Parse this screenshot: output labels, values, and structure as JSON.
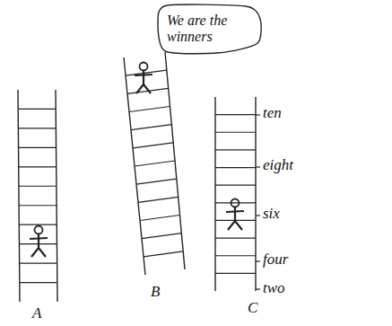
{
  "diagram": {
    "nodes": [
      {
        "text": [
          "We are the winners"
        ]
      }
    ],
    "labels": [
      "ten",
      "eight",
      "six",
      "four",
      "two",
      "A",
      "B",
      "C"
    ]
  }
}
